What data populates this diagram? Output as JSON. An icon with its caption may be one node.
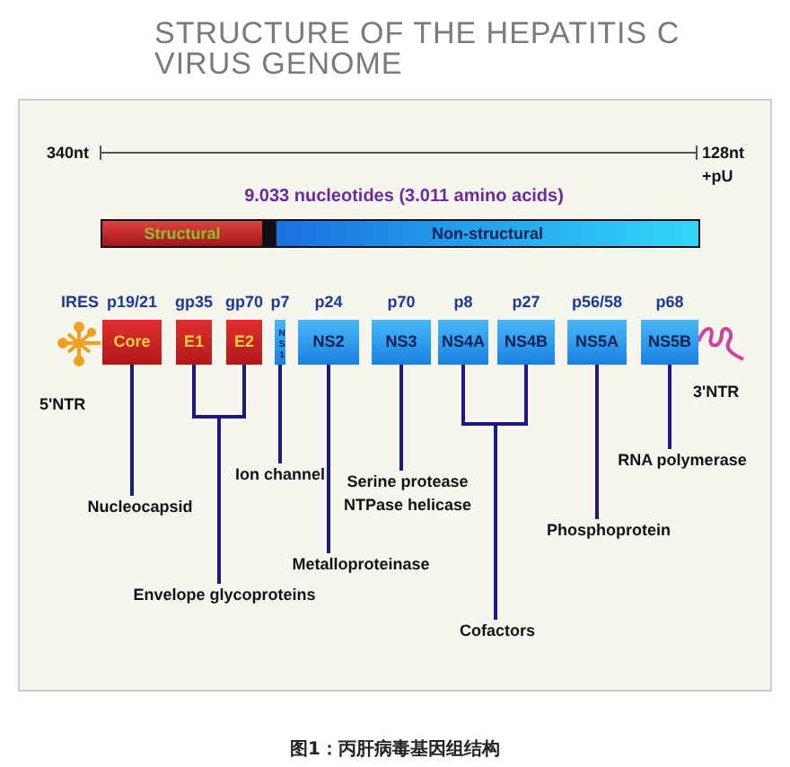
{
  "diagram": {
    "title": "STRUCTURE OF THE HEPATITIS C VIRUS GENOME",
    "caption": "图1：丙肝病毒基因组结构",
    "nodes": [
      {
        "text": [
          "Structural"
        ]
      },
      {
        "text": [
          "Non-structural"
        ]
      },
      {
        "text": [
          "Core"
        ],
        "beside": [
          "p19/21"
        ]
      },
      {
        "text": [
          "E1"
        ],
        "beside": [
          "gp35"
        ]
      },
      {
        "text": [
          "E2"
        ],
        "beside": [
          "gp70"
        ]
      },
      {
        "text": [
          "NS1"
        ],
        "beside": [
          "p7"
        ]
      },
      {
        "text": [
          "NS2"
        ],
        "beside": [
          "p24"
        ]
      },
      {
        "text": [
          "NS3"
        ],
        "beside": [
          "p70"
        ]
      },
      {
        "text": [
          "NS4A"
        ],
        "beside": [
          "p8"
        ]
      },
      {
        "text": [
          "NS4B"
        ],
        "beside": [
          "p27"
        ]
      },
      {
        "text": [
          "NS5A"
        ],
        "beside": [
          "p56/58"
        ]
      },
      {
        "text": [
          "NS5B"
        ],
        "beside": [
          "p68"
        ]
      },
      {
        "text": [
          "Nucleocapsid"
        ]
      },
      {
        "text": [
          "Envelope glycoproteins"
        ]
      },
      {
        "text": [
          "Ion channel"
        ]
      },
      {
        "text": [
          "Metalloproteinase"
        ]
      },
      {
        "text": [
          "Serine protease NTPase helicase"
        ]
      },
      {
        "text": [
          "Phosphoprotein"
        ]
      },
      {
        "text": [
          "Cofactors"
        ]
      },
      {
        "text": [
          "RNA polymerase"
        ]
      }
    ],
    "edges": [
      {
        "from": 12,
        "to": 2,
        "arrow": "none"
      },
      {
        "from": 13,
        "to": 3,
        "arrow": "none"
      },
      {
        "from": 13,
        "to": 4,
        "arrow": "none"
      },
      {
        "from": 14,
        "to": 5,
        "arrow": "none"
      },
      {
        "from": 15,
        "to": 6,
        "arrow": "none"
      },
      {
        "from": 16,
        "to": 7,
        "arrow": "none"
      },
      {
        "from": 18,
        "to": 8,
        "arrow": "none"
      },
      {
        "from": 18,
        "to": 9,
        "arrow": "none"
      },
      {
        "from": 17,
        "to": 10,
        "arrow": "none"
      },
      {
        "from": 19,
        "to": 11,
        "arrow": "none"
      }
    ],
    "labels": [
      "340nt",
      "128nt +pU",
      "9.033 nucleotides (3.011 amino acids)",
      "IRES",
      "5'NTR",
      "3'NTR"
    ]
  }
}
